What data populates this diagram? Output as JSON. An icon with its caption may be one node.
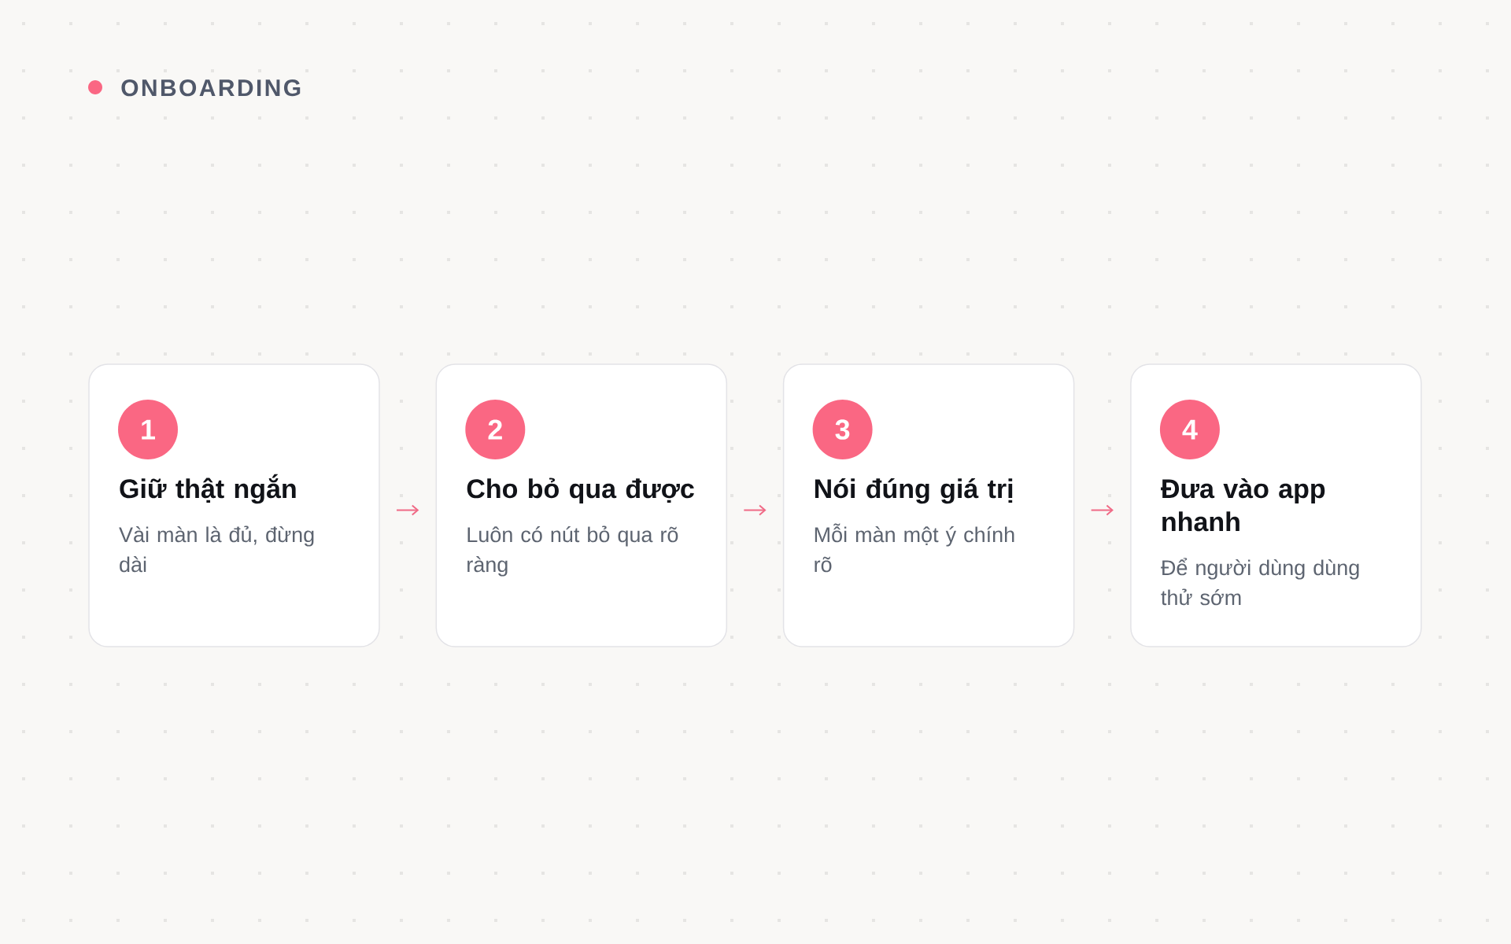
{
  "diagram": {
    "title": "ONBOARDING",
    "nodes": [
      {
        "text": [
          "Giữ thật ngắn",
          "Vài màn là đủ, đừng dài"
        ]
      },
      {
        "text": [
          "1"
        ],
        "in": 0
      },
      {
        "text": [
          "Cho bỏ qua được",
          "Luôn có nút bỏ qua rõ ràng"
        ]
      },
      {
        "text": [
          "2"
        ],
        "in": 2
      },
      {
        "text": [
          "Nói đúng giá trị",
          "Mỗi màn một ý chính rõ"
        ]
      },
      {
        "text": [
          "3"
        ],
        "in": 4
      },
      {
        "text": [
          "Đưa vào app nhanh",
          "Để người dùng dùng thử sớm"
        ]
      },
      {
        "text": [
          "4"
        ],
        "in": 6
      }
    ],
    "edges": [
      {
        "from": 0,
        "to": 2,
        "arrow": "to"
      },
      {
        "from": 2,
        "to": 4,
        "arrow": "to"
      },
      {
        "from": 4,
        "to": 6,
        "arrow": "to"
      }
    ]
  }
}
